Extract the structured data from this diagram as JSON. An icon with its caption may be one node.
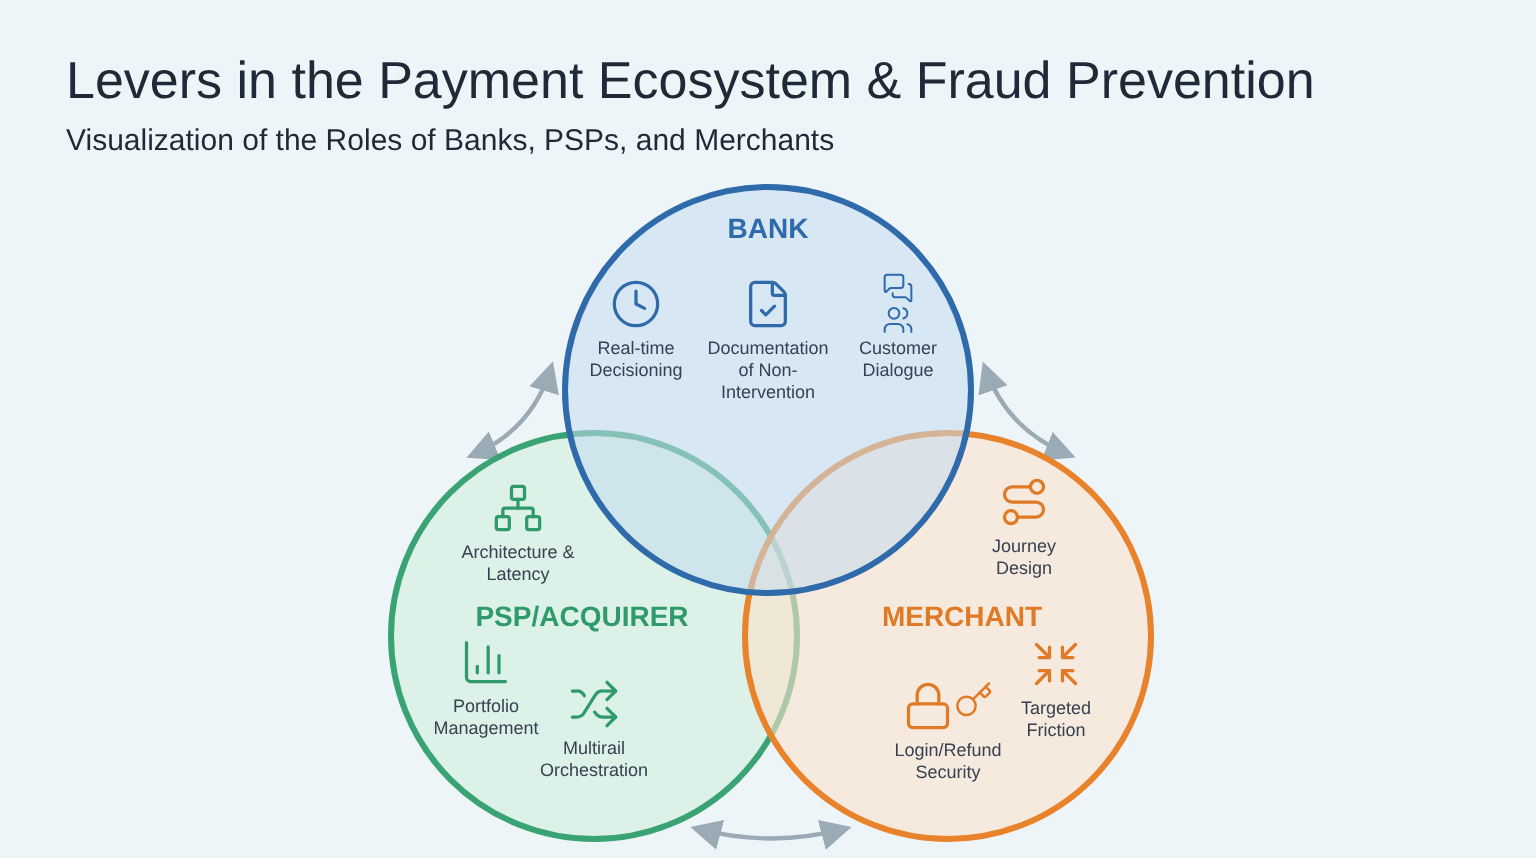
{
  "diagram": {
    "title": "Levers in the Payment Ecosystem & Fraud Prevention",
    "caption": "Visualization of the Roles of Banks, PSPs, and Merchants",
    "nodes": [
      {
        "text": [
          "BANK",
          "Real-time Decisioning",
          "Documentation of Non-Intervention",
          "Customer Dialogue"
        ]
      },
      {
        "text": [
          "Architecture & Latency",
          "PSP/ACQUIRER",
          "Portfolio Management",
          "Multirail Orchestration"
        ]
      },
      {
        "text": [
          "Journey Design",
          "MERCHANT",
          "Targeted Friction",
          "Login/Refund Security"
        ]
      }
    ],
    "edges": [
      {
        "from": 0,
        "to": 1,
        "arrow": "both"
      },
      {
        "from": 0,
        "to": 2,
        "arrow": "both"
      },
      {
        "from": 1,
        "to": 2,
        "arrow": "both"
      }
    ]
  }
}
